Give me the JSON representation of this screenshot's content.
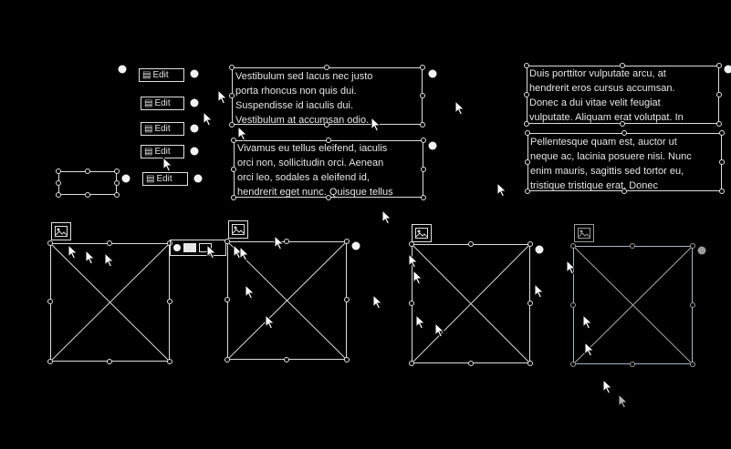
{
  "edit_buttons": [
    {
      "label": "Edit"
    },
    {
      "label": "Edit"
    },
    {
      "label": "Edit"
    },
    {
      "label": "Edit"
    },
    {
      "label": "Edit"
    }
  ],
  "text_blocks": {
    "block1": [
      "Vestibulum sed lacus nec justo",
      "porta rhoncus non quis dui.",
      "Suspendisse id iaculis dui.",
      "Vestibulum at accumsan odio."
    ],
    "block2": [
      "Vivamus eu tellus eleifend, iaculis",
      "orci non, sollicitudin orci. Aenean",
      "orci leo, sodales a eleifend id,",
      "hendrerit eget nunc. Quisque tellus"
    ],
    "block3": [
      "Duis porttitor vulputate arcu, at",
      "hendrerit eros cursus accumsan.",
      "Donec a dui vitae velit feugiat",
      "vulputate. Aliquam erat volutpat. In"
    ],
    "block4": [
      "Pellentesque quam est, auctor ut",
      "neque ac, lacinia posuere nisi. Nunc",
      "enim mauris, sagittis sed tortor eu,",
      "tristique tristique erat. Donec"
    ]
  },
  "image_placeholders": [
    {
      "name": "image-placeholder-1"
    },
    {
      "name": "image-placeholder-2"
    },
    {
      "name": "image-placeholder-3"
    },
    {
      "name": "image-placeholder-4"
    }
  ],
  "colors": {
    "background": "#000000",
    "frame": "#dcdcdc",
    "selected_frame": "#9fb7c9"
  }
}
